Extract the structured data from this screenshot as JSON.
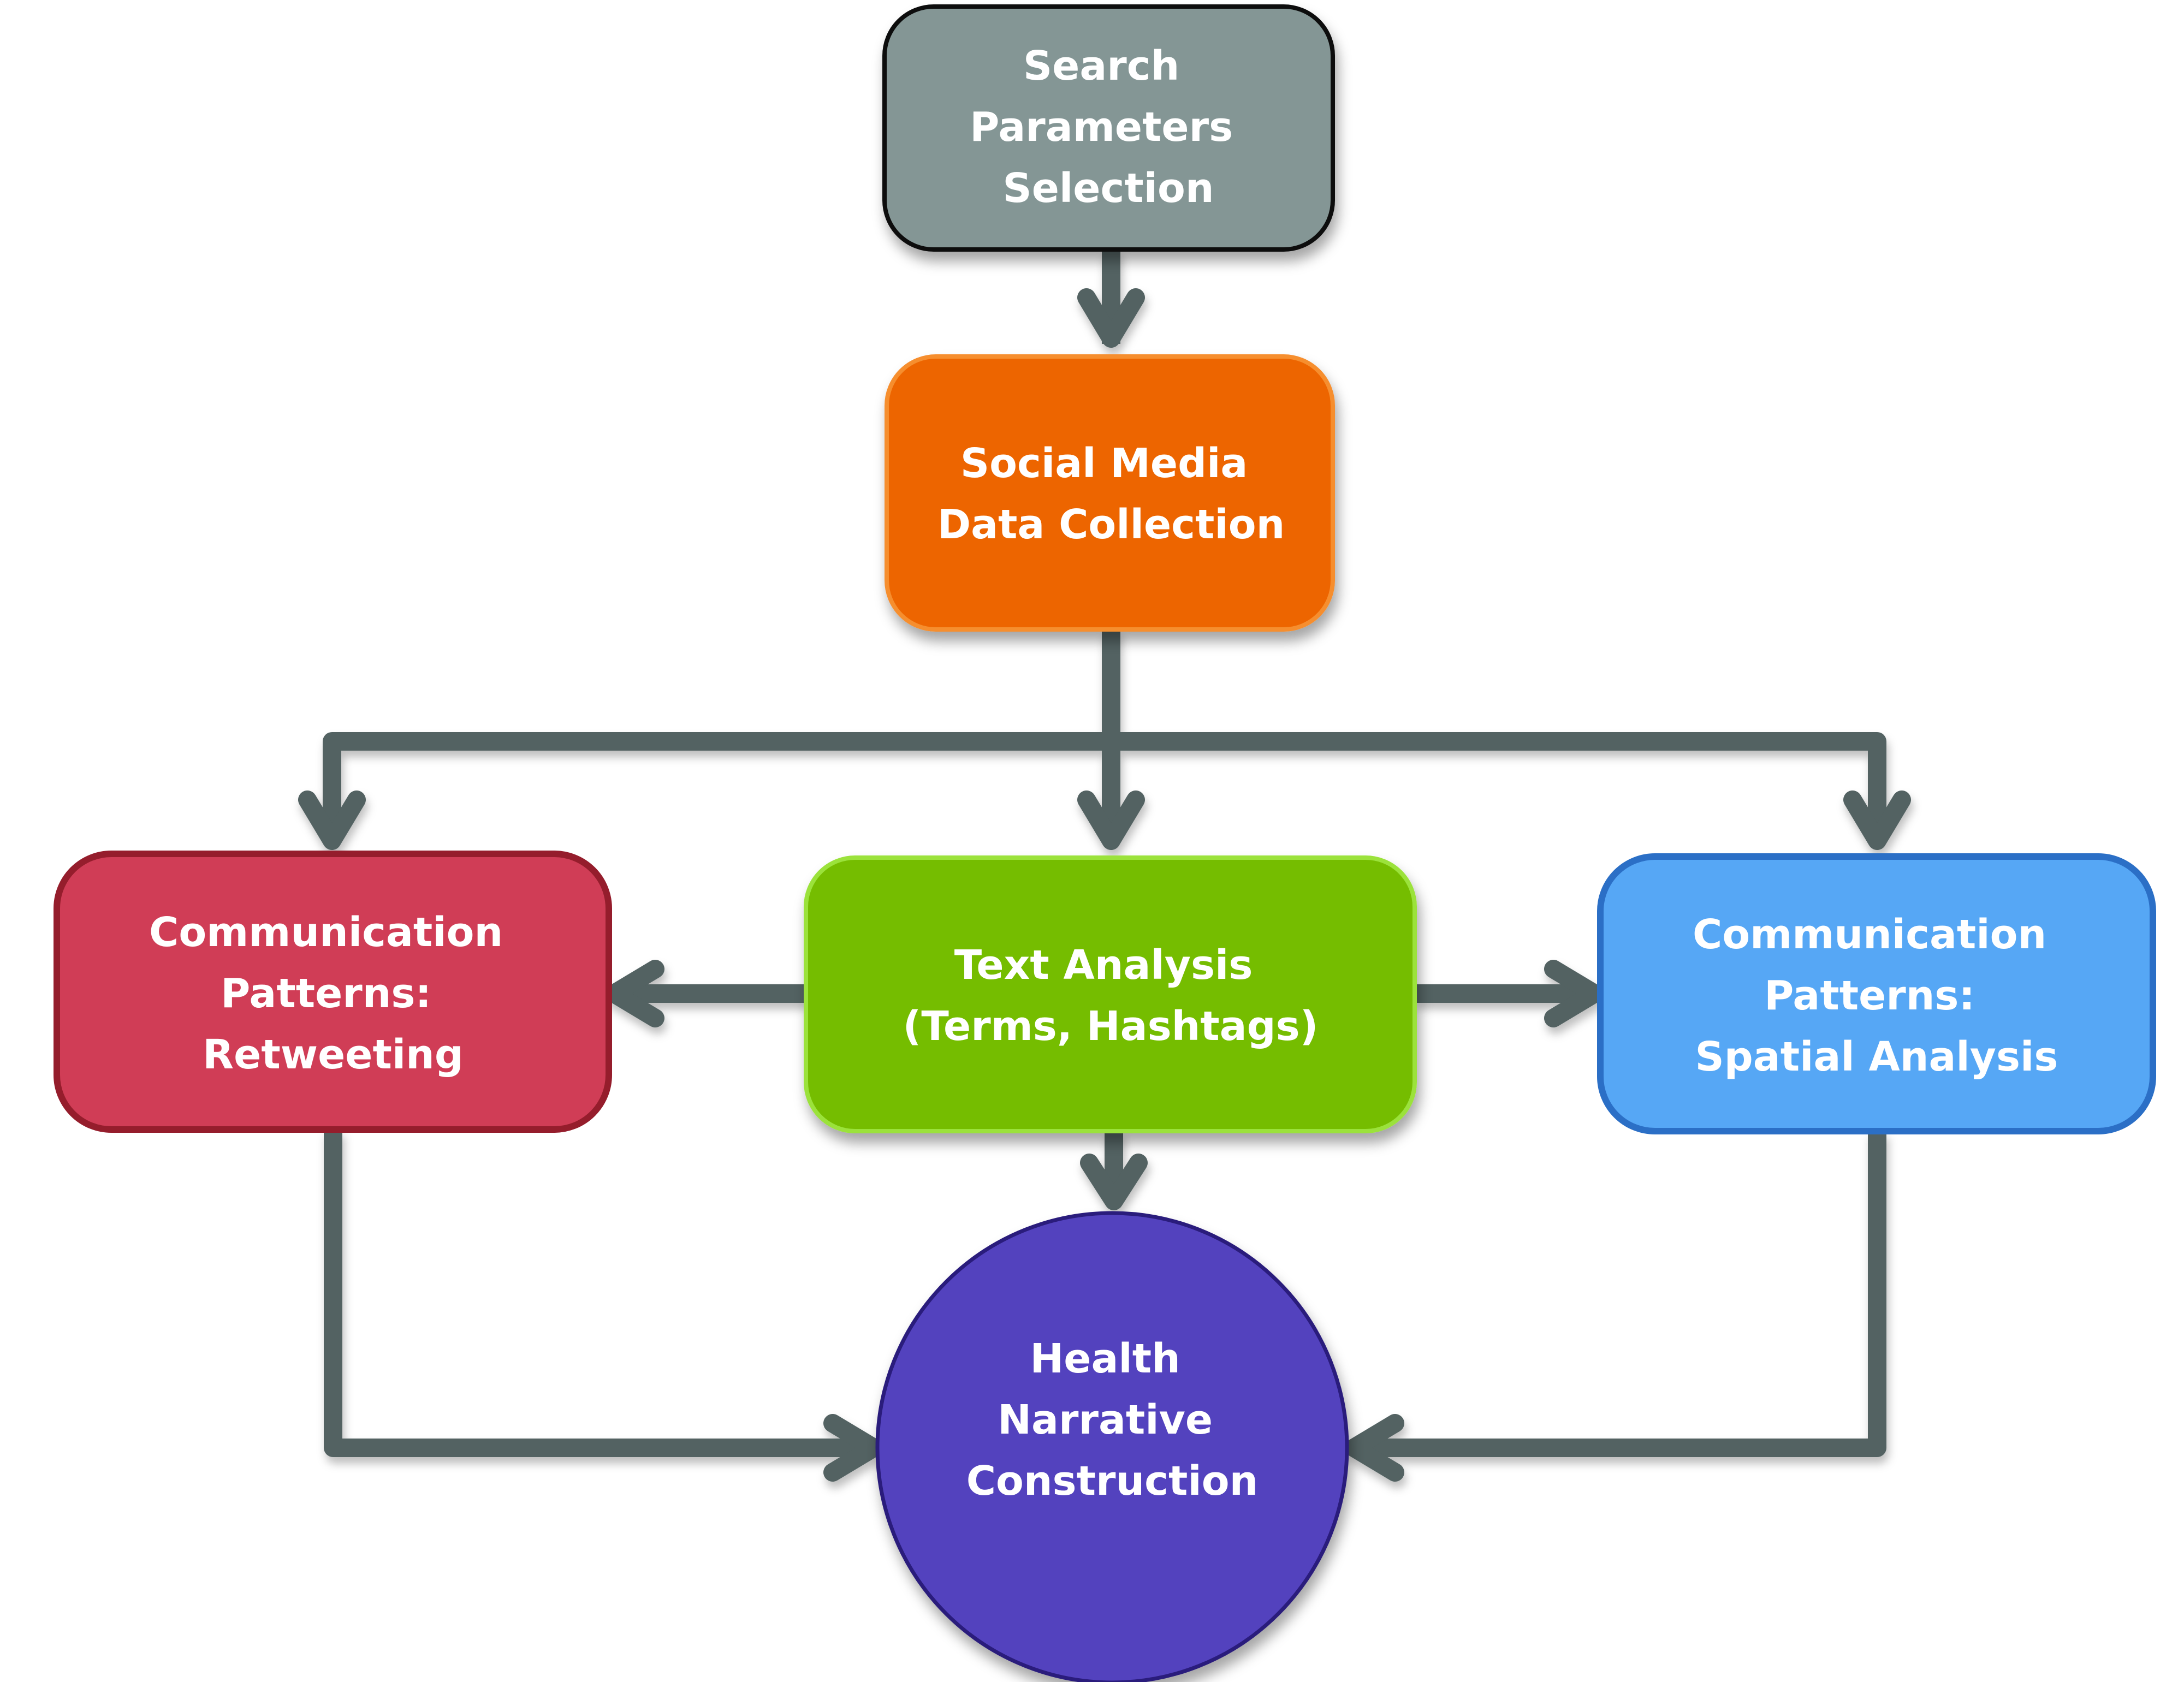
{
  "diagram": {
    "type": "flowchart",
    "nodes": [
      {
        "id": "search",
        "shape": "rounded-rect",
        "lines": [
          "Search",
          "Parameters",
          "Selection"
        ],
        "fill": "#849695",
        "stroke": "#111111"
      },
      {
        "id": "collection",
        "shape": "rounded-rect",
        "lines": [
          "Social Media",
          "Data Collection"
        ],
        "fill": "#ED6504",
        "stroke": "#F68E2F"
      },
      {
        "id": "retweeting",
        "shape": "rounded-rect",
        "lines": [
          "Communication",
          "Patterns:",
          "Retweeting"
        ],
        "fill": "#D03D56",
        "stroke": "#951D2C"
      },
      {
        "id": "text",
        "shape": "rounded-rect",
        "lines": [
          "Text Analysis",
          "(Terms, Hashtags)"
        ],
        "fill": "#75BD05",
        "stroke": "#9BE23A"
      },
      {
        "id": "spatial",
        "shape": "rounded-rect",
        "lines": [
          "Communication",
          "Patterns:",
          "Spatial Analysis"
        ],
        "fill": "#56A7F5",
        "stroke": "#2B6FC6"
      },
      {
        "id": "narrative",
        "shape": "circle",
        "lines": [
          "Health",
          "Narrative",
          "Construction"
        ],
        "fill": "#5342BE",
        "stroke": "#2A1C7C"
      }
    ],
    "edges": [
      {
        "from": "search",
        "to": "collection"
      },
      {
        "from": "collection",
        "to": "retweeting"
      },
      {
        "from": "collection",
        "to": "text"
      },
      {
        "from": "collection",
        "to": "spatial"
      },
      {
        "from": "text",
        "to": "retweeting"
      },
      {
        "from": "text",
        "to": "spatial"
      },
      {
        "from": "text",
        "to": "narrative"
      },
      {
        "from": "retweeting",
        "to": "narrative"
      },
      {
        "from": "spatial",
        "to": "narrative"
      }
    ],
    "connector_color": "#526262"
  }
}
